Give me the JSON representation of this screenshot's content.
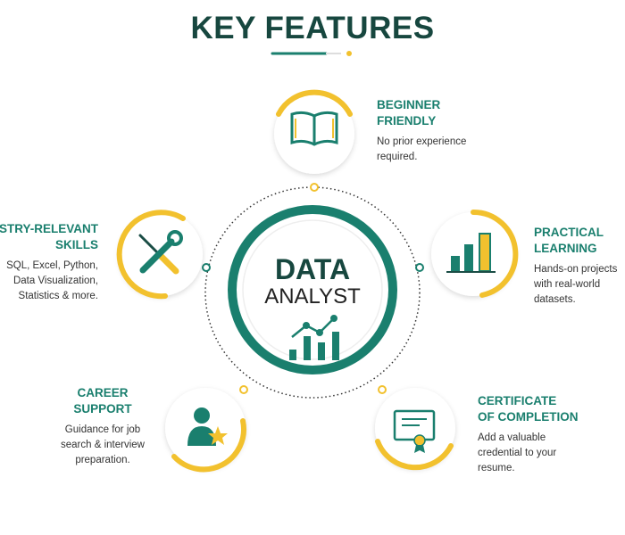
{
  "title": "KEY FEATURES",
  "center": {
    "line1": "DATA",
    "line2": "ANALYST",
    "icon": "chart-icon"
  },
  "colors": {
    "primary": "#1a7f6e",
    "dark": "#17473f",
    "accent": "#f2c12e"
  },
  "features": [
    {
      "title1": "BEGINNER",
      "title2": "FRIENDLY",
      "desc": [
        "No prior experience",
        "required."
      ],
      "icon": "book-icon"
    },
    {
      "title1": "STRY-RELEVANT",
      "title2": "SKILLS",
      "desc": [
        "SQL, Excel, Python,",
        "Data Visualization,",
        "Statistics & more."
      ],
      "icon": "tools-icon"
    },
    {
      "title1": "PRACTICAL",
      "title2": "LEARNING",
      "desc": [
        "Hands-on projects",
        "with real-world",
        "datasets."
      ],
      "icon": "bar-chart-icon"
    },
    {
      "title1": "CAREER",
      "title2": "SUPPORT",
      "desc": [
        "Guidance for job",
        "search & interview",
        "preparation."
      ],
      "icon": "user-star-icon"
    },
    {
      "title1": "CERTIFICATE",
      "title2": "OF COMPLETION",
      "desc": [
        "Add a valuable",
        "credential to your",
        "resume."
      ],
      "icon": "certificate-icon"
    }
  ]
}
